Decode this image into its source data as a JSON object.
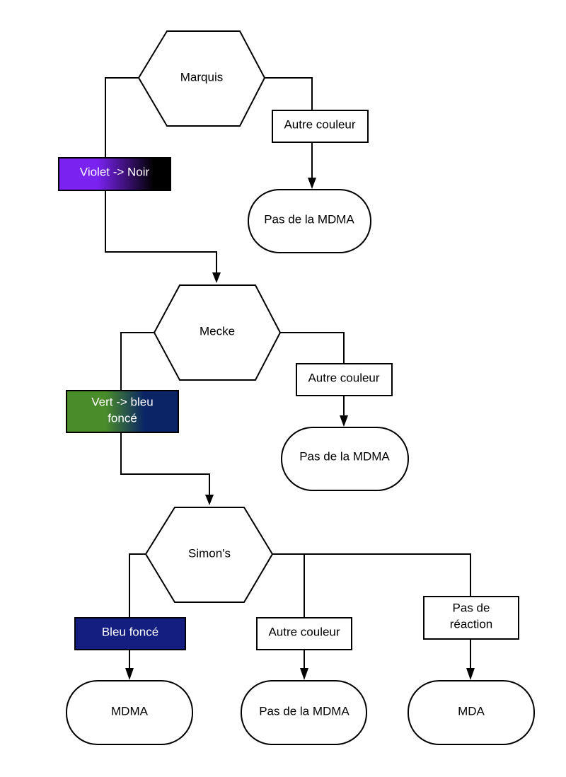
{
  "diagram": {
    "tests": [
      {
        "id": "marquis",
        "label": "Marquis"
      },
      {
        "id": "mecke",
        "label": "Mecke"
      },
      {
        "id": "simons",
        "label": "Simon's"
      }
    ],
    "conditions": {
      "marquis_positive": {
        "lines": [
          "Violet -> Noir"
        ],
        "gradient": [
          "#7a22f0",
          "#000000"
        ]
      },
      "marquis_other": {
        "lines": [
          "Autre couleur"
        ]
      },
      "mecke_positive": {
        "lines": [
          "Vert -> bleu",
          "foncé"
        ],
        "gradient": [
          "#4a8c2a",
          "#0a2466"
        ]
      },
      "mecke_other": {
        "lines": [
          "Autre couleur"
        ]
      },
      "simons_positive": {
        "lines": [
          "Bleu foncé"
        ],
        "color": "#141e80"
      },
      "simons_other": {
        "lines": [
          "Autre couleur"
        ]
      },
      "simons_none": {
        "lines": [
          "Pas de",
          "réaction"
        ]
      }
    },
    "results": {
      "marquis_other": "Pas de la MDMA",
      "mecke_other": "Pas de la MDMA",
      "simons_positive": "MDMA",
      "simons_other": "Pas de la MDMA",
      "simons_none": "MDA"
    }
  }
}
